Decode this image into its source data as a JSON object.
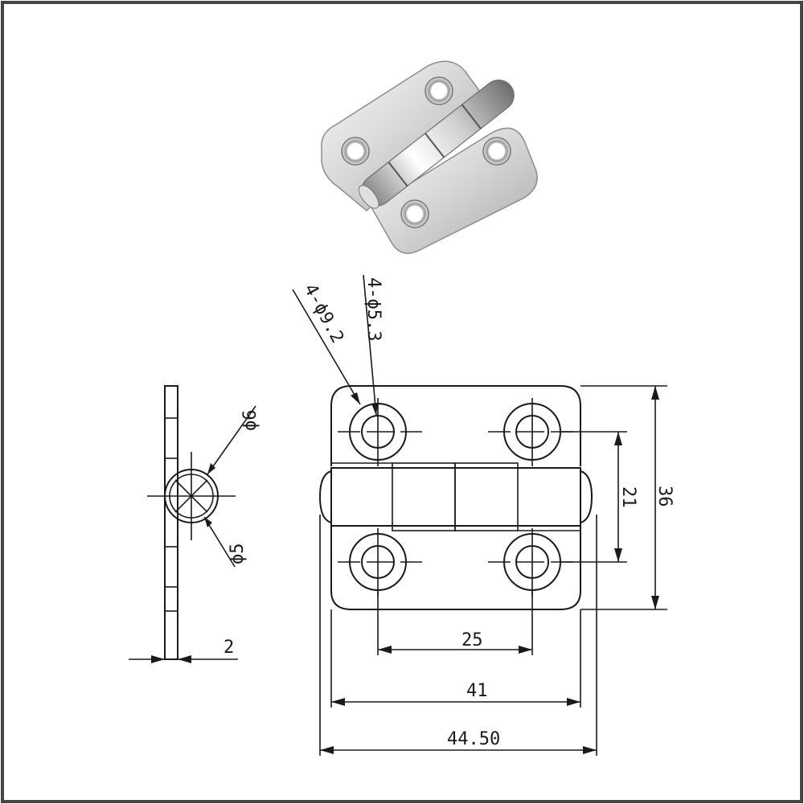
{
  "photo": {
    "label": "stainless steel hinge photo",
    "metal_light": "#f2f2f2",
    "metal_dark": "#8c8c8c"
  },
  "drawing": {
    "line_color": "#1a1a1a",
    "labels": {
      "hole_large": "4-ϕ9.2",
      "hole_small": "4-ϕ5.3",
      "pin_outer": "ϕ6",
      "pin_inner": "ϕ5",
      "thickness": "2",
      "height_total": "36",
      "hole_spacing_vertical": "21",
      "hole_spacing_horizontal": "25",
      "leaf_width": "41",
      "overall_width": "44.50"
    }
  }
}
